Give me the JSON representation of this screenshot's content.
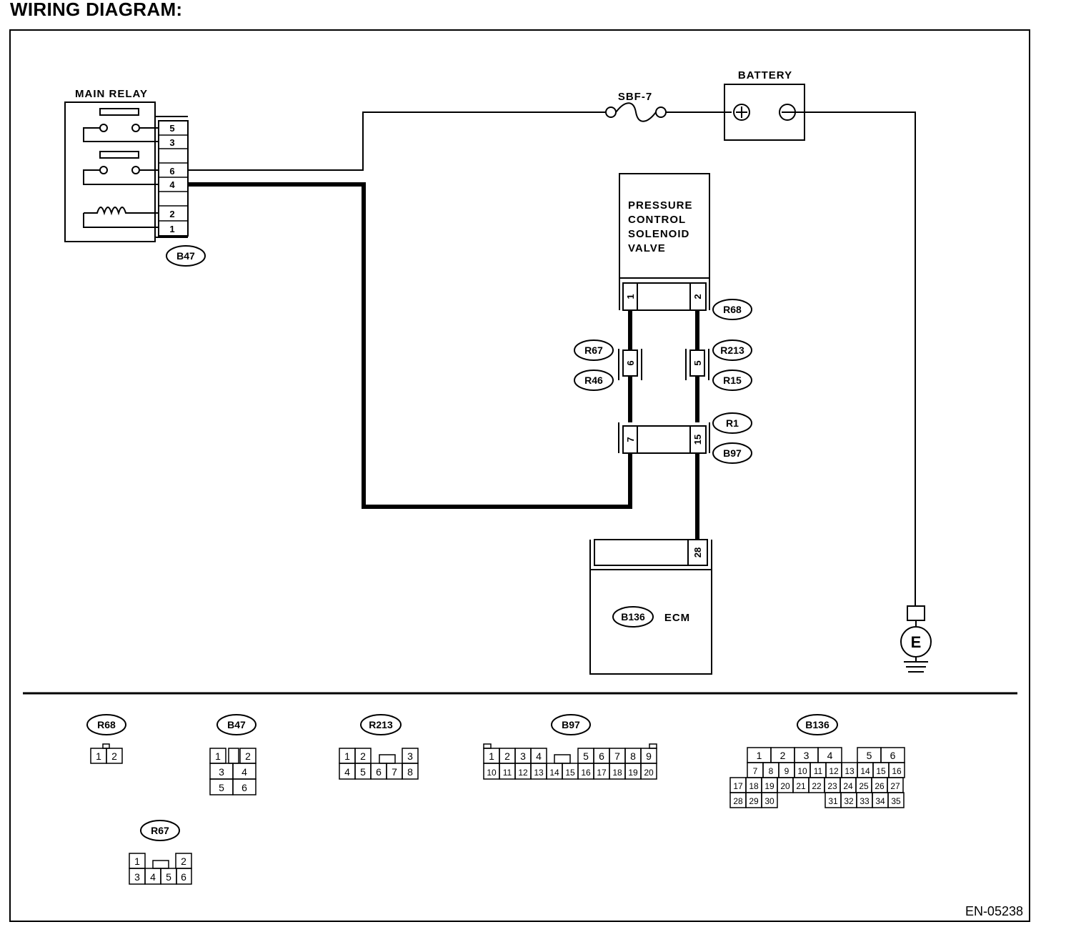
{
  "heading": "WIRING DIAGRAM:",
  "doc_id": "EN-05238",
  "components": {
    "main_relay": "MAIN RELAY",
    "fuse": "SBF-7",
    "battery": "BATTERY",
    "valve": [
      "PRESSURE",
      "CONTROL",
      "SOLENOID",
      "VALVE"
    ],
    "ecm": "ECM",
    "ground": "E",
    "plus": "+",
    "minus": "−"
  },
  "pins": {
    "relay": [
      "5",
      "3",
      "6",
      "4",
      "2",
      "1"
    ],
    "valve": [
      "1",
      "2"
    ],
    "mid_left": "6",
    "mid_right": "5",
    "lower_left": "7",
    "lower_right": "15",
    "ecm": "28"
  },
  "tags": {
    "b47": "B47",
    "r68": "R68",
    "r67": "R67",
    "r46": "R46",
    "r213": "R213",
    "r15": "R15",
    "r1": "R1",
    "b97": "B97",
    "b136": "B136"
  },
  "legend": {
    "r68": {
      "tag": "R68",
      "rows": [
        [
          "1",
          "2"
        ]
      ]
    },
    "b47": {
      "tag": "B47",
      "rows": [
        [
          "1",
          "",
          "2"
        ],
        [
          "3",
          "4"
        ],
        [
          "5",
          "6"
        ]
      ]
    },
    "r213": {
      "tag": "R213",
      "rows": [
        [
          "1",
          "2",
          "",
          "3"
        ],
        [
          "4",
          "5",
          "6",
          "7",
          "8"
        ]
      ]
    },
    "b97": {
      "tag": "B97",
      "rows": [
        [
          "1",
          "2",
          "3",
          "4",
          "",
          "5",
          "6",
          "7",
          "8",
          "9"
        ],
        [
          "10",
          "11",
          "12",
          "13",
          "14",
          "15",
          "16",
          "17",
          "18",
          "19",
          "20"
        ]
      ]
    },
    "b136": {
      "tag": "B136",
      "rows": [
        [
          "1",
          "2",
          "3",
          "4",
          "",
          "5",
          "6"
        ],
        [
          "7",
          "8",
          "9",
          "10",
          "11",
          "12",
          "13",
          "14",
          "15",
          "16"
        ],
        [
          "17",
          "18",
          "19",
          "20",
          "21",
          "22",
          "23",
          "24",
          "25",
          "26",
          "27"
        ],
        [
          "28",
          "29",
          "30",
          "31",
          "32",
          "33",
          "34",
          "35"
        ]
      ]
    },
    "r67": {
      "tag": "R67",
      "rows": [
        [
          "1",
          "",
          "2"
        ],
        [
          "3",
          "4",
          "5",
          "6"
        ]
      ]
    }
  }
}
